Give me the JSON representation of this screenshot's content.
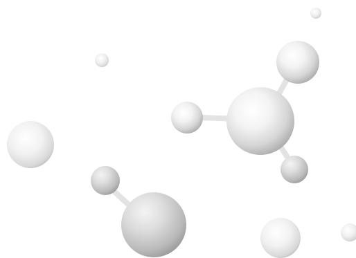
{
  "scene": {
    "background_color": "#ffffff",
    "sphere_highlight_color": "#ffffff",
    "sphere_mid_color": "#e4e4e4",
    "sphere_shadow_color": "#a9a9a9",
    "bond_color": "#e6e6e6",
    "molecules": [
      {
        "name": "central-molecule",
        "atom_count": 4,
        "bond_count": 3
      },
      {
        "name": "lower-molecule",
        "atom_count": 2,
        "bond_count": 1
      }
    ],
    "free_sphere_count": 5
  }
}
